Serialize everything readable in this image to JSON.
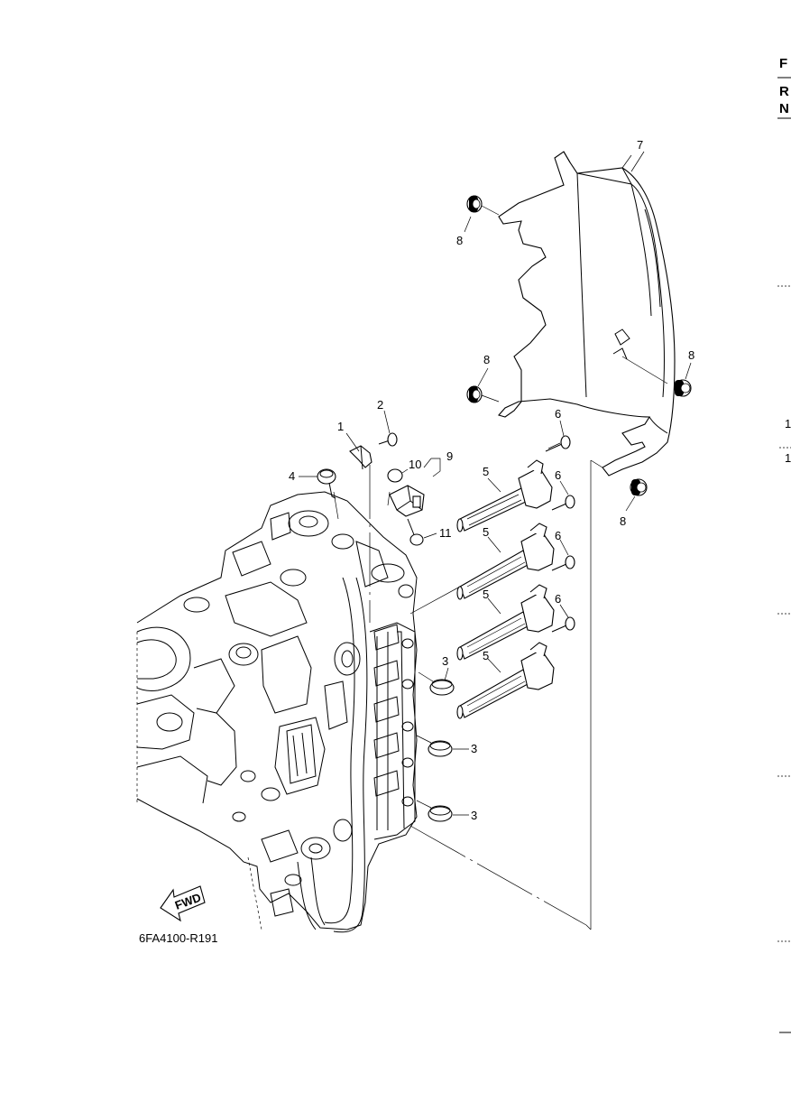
{
  "edge_text": {
    "top_letter": "F",
    "r_letter": "R",
    "n_letter": "N",
    "num_a": "1",
    "num_b": "1"
  },
  "drawing_code": "6FA4100-R191",
  "fwd_label": "FWD",
  "callouts": {
    "c1": "1",
    "c2": "2",
    "c3a": "3",
    "c3b": "3",
    "c3c": "3",
    "c4": "4",
    "c5a": "5",
    "c5b": "5",
    "c5c": "5",
    "c5d": "5",
    "c6a": "6",
    "c6b": "6",
    "c6c": "6",
    "c6d": "6",
    "c7": "7",
    "c8a": "8",
    "c8b": "8",
    "c8c": "8",
    "c8d": "8",
    "c9": "9",
    "c10": "10",
    "c11": "11"
  }
}
